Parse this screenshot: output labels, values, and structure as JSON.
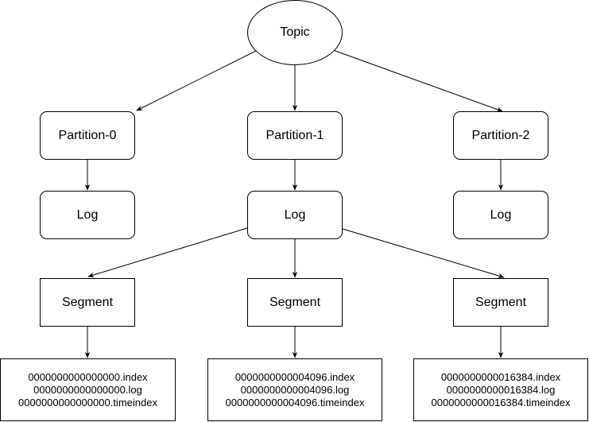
{
  "diagram": {
    "topic": "Topic",
    "partitions": [
      {
        "label": "Partition-0",
        "log": "Log"
      },
      {
        "label": "Partition-1",
        "log": "Log"
      },
      {
        "label": "Partition-2",
        "log": "Log"
      }
    ],
    "segments": [
      {
        "label": "Segment",
        "files": [
          "0000000000000000.index",
          "0000000000000000.log",
          "0000000000000000.timeindex"
        ]
      },
      {
        "label": "Segment",
        "files": [
          "0000000000004096.index",
          "0000000000004096.log",
          "0000000000004096.timeindex"
        ]
      },
      {
        "label": "Segment",
        "files": [
          "0000000000016384.index",
          "0000000000016384.log",
          "0000000000016384.timeindex"
        ]
      }
    ]
  },
  "colors": {
    "stroke": "#000000",
    "fill": "#ffffff",
    "text": "#000000"
  }
}
